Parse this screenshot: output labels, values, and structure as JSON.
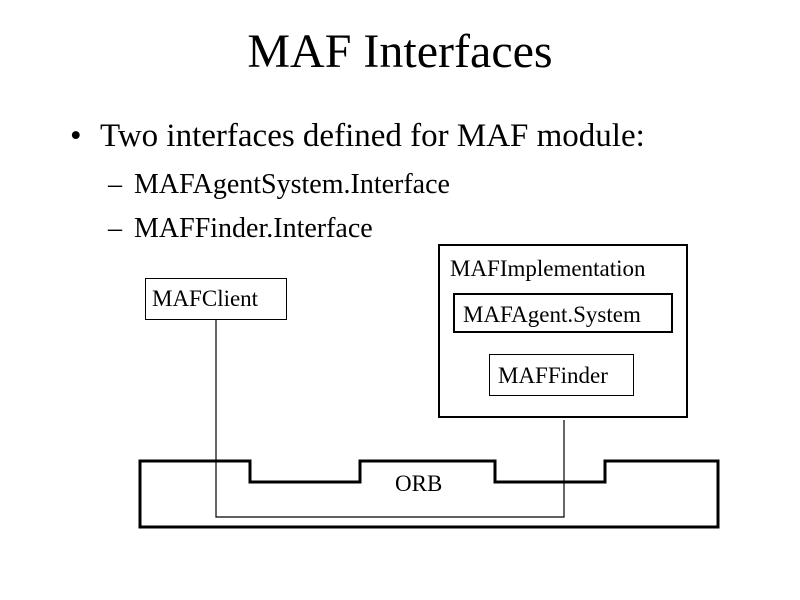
{
  "slide": {
    "title": "MAF Interfaces",
    "bullet": {
      "marker": "•",
      "text": "Two interfaces defined for MAF module:"
    },
    "sub_items": [
      {
        "marker": "–",
        "text": "MAFAgentSystem.Interface"
      },
      {
        "marker": "–",
        "text": "MAFFinder.Interface"
      }
    ]
  },
  "diagram": {
    "client_label": "MAFClient",
    "implementation_label": "MAFImplementation",
    "agent_system_label": "MAFAgent.System",
    "finder_label": "MAFFinder",
    "orb_label": "ORB"
  }
}
